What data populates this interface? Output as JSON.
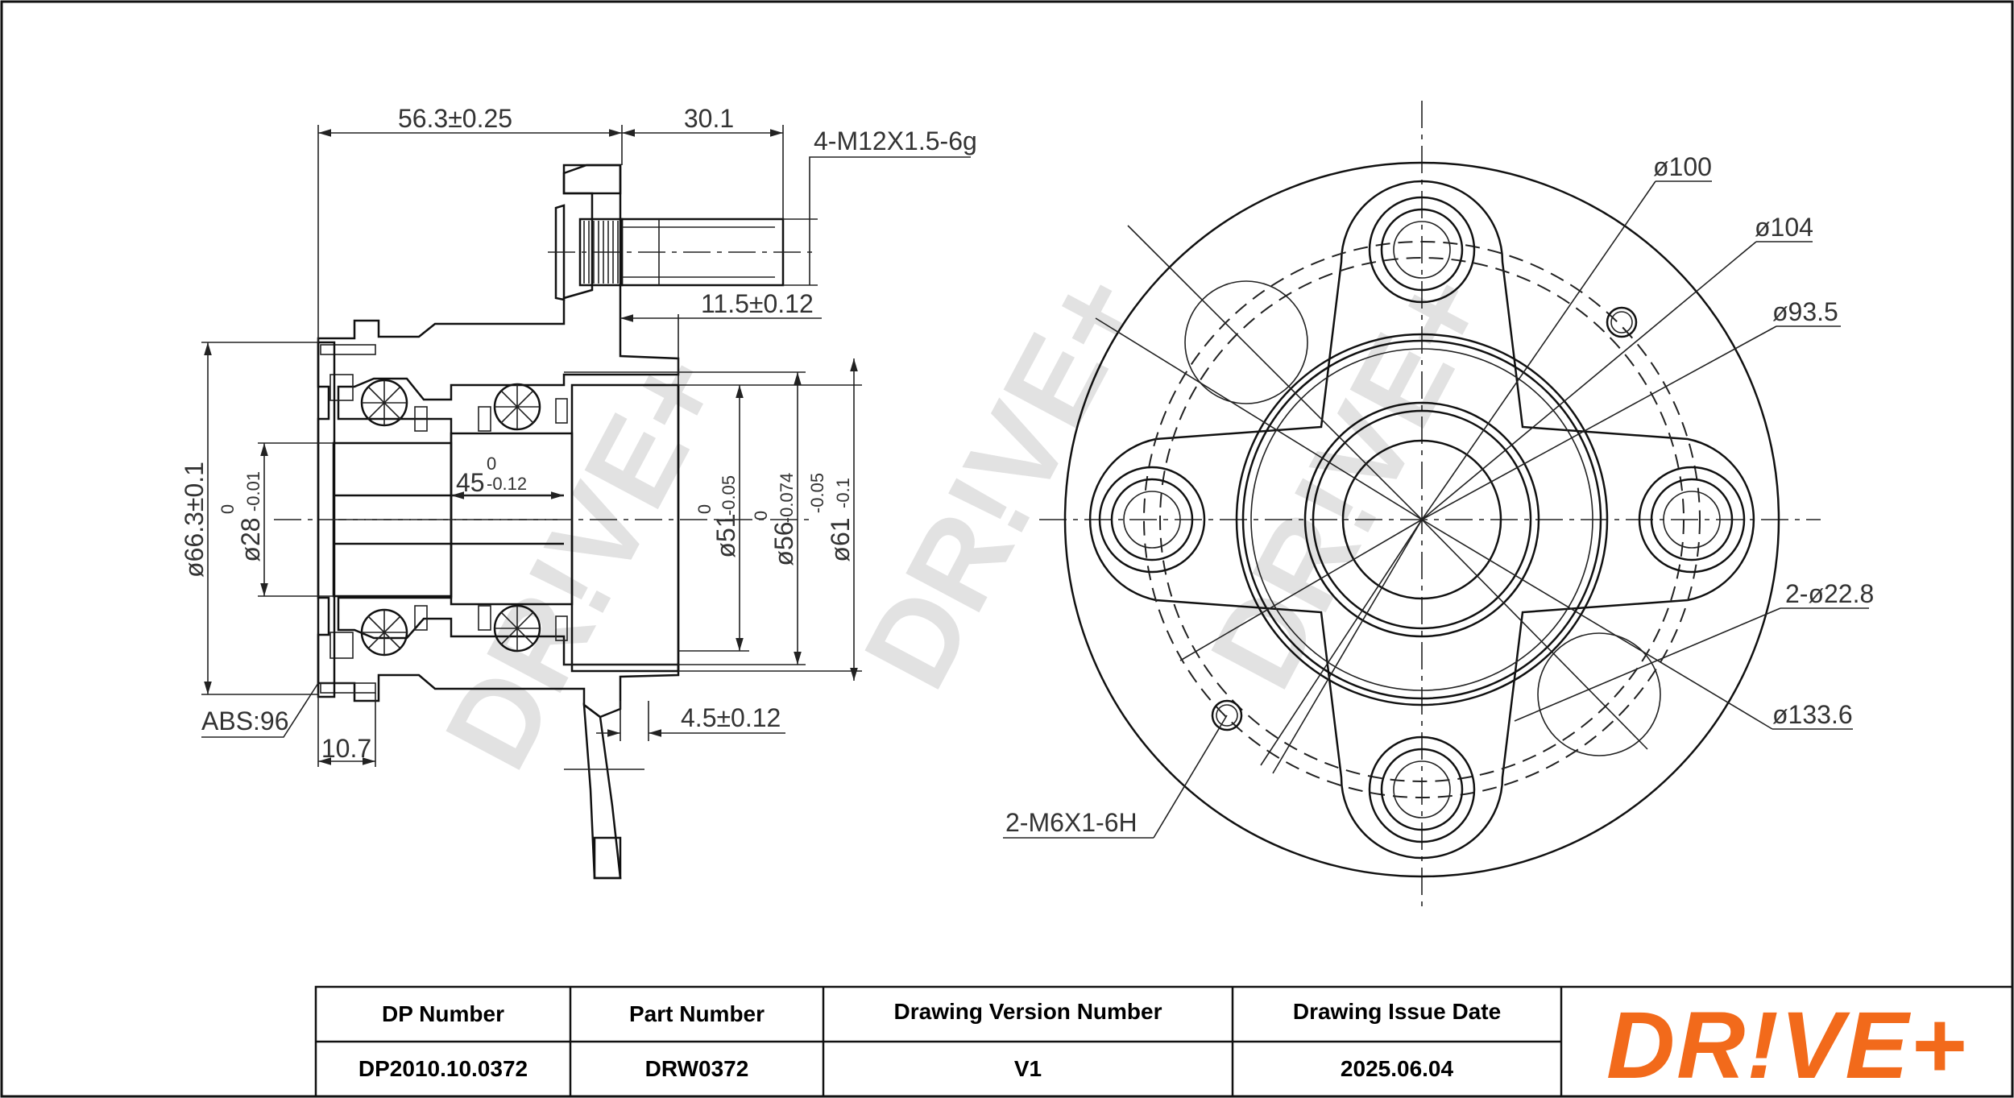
{
  "dimensions": {
    "hub_width": "56.3±0.25",
    "stud_length": "30.1",
    "thread": "4-M12X1.5-6g",
    "flange_offset": "11.5±0.12",
    "inner_width": "45",
    "inner_width_upper_tol": "0",
    "inner_width_lower_tol": "-0.12",
    "bore_outer": "ø66.3±0.1",
    "bore_28": "ø28",
    "bore_28_upper_tol": "0",
    "bore_28_lower_tol": "-0.01",
    "pilot_51": "ø51",
    "pilot_51_upper_tol": "0",
    "pilot_51_lower_tol": "-0.05",
    "pilot_56": "ø56",
    "pilot_56_upper_tol": "0",
    "pilot_56_lower_tol": "-0.074",
    "pilot_61": "ø61",
    "pilot_61_upper_tol": "-0.05",
    "pilot_61_lower_tol": "-0.1",
    "abs": "ABS:96",
    "seal_width": "10.7",
    "flange_thickness": "4.5±0.12",
    "pcd_100": "ø100",
    "pcd_104": "ø104",
    "dia_93_5": "ø93.5",
    "holes_22_8": "2-ø22.8",
    "dia_133_6": "ø133.6",
    "tapped_holes": "2-M6X1-6H"
  },
  "watermark": "DR!VE+",
  "title_block": {
    "headers": [
      "DP Number",
      "Part Number",
      "Drawing Version Number",
      "Drawing Issue Date"
    ],
    "values": [
      "DP2010.10.0372",
      "DRW0372",
      "V1",
      "2025.06.04"
    ]
  },
  "logo": {
    "text": "DR!VE+",
    "color": "#f26a1b"
  }
}
